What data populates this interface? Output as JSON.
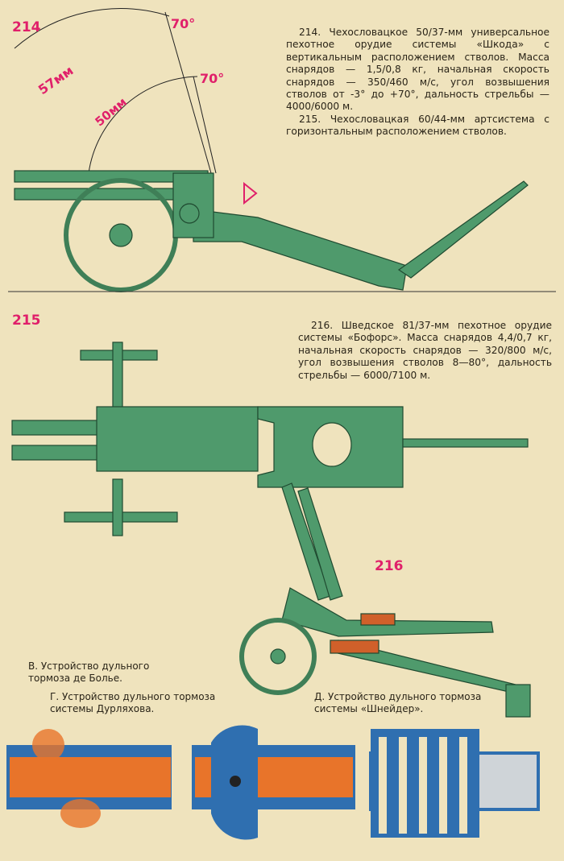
{
  "labels": {
    "fig214": "214",
    "fig215": "215",
    "fig216": "216",
    "angle1": "70°",
    "angle2": "70°",
    "cal57": "57мм",
    "cal50": "50мм"
  },
  "text214": "214. Чехословацкое 50/37-мм универсальное пехотное орудие системы «Шкода» с вертикальным расположением стволов. Масса снарядов — 1,5/0,8 кг, начальная скорость снарядов — 350/460 м/с, угол возвышения стволов от -3° до +70°, дальность стрельбы — 4000/6000 м.",
  "text215": "215. Чехословацкая 60/44-мм артсистема с горизонтальным расположением стволов.",
  "text216": "216. Шведское 81/37-мм пехотное орудие системы «Бофорс». Масса снарядов 4,4/0,7 кг, начальная скорость снарядов — 320/800 м/с, угол возвышения стволов 8—80°, дальность стрельбы — 6000/7100 м.",
  "captions": {
    "v": "В. Устройство дульного тормоза де Болье.",
    "g": "Г. Устройство дульного тормоза системы Дурляхова.",
    "d": "Д. Устройство дульного тормоза системы «Шнейдер»."
  },
  "colors": {
    "background": "#efe3bd",
    "gun": "#4f9a6c",
    "label": "#e0206a",
    "barrel": "#2f6fb0",
    "flame": "#e8742a"
  }
}
